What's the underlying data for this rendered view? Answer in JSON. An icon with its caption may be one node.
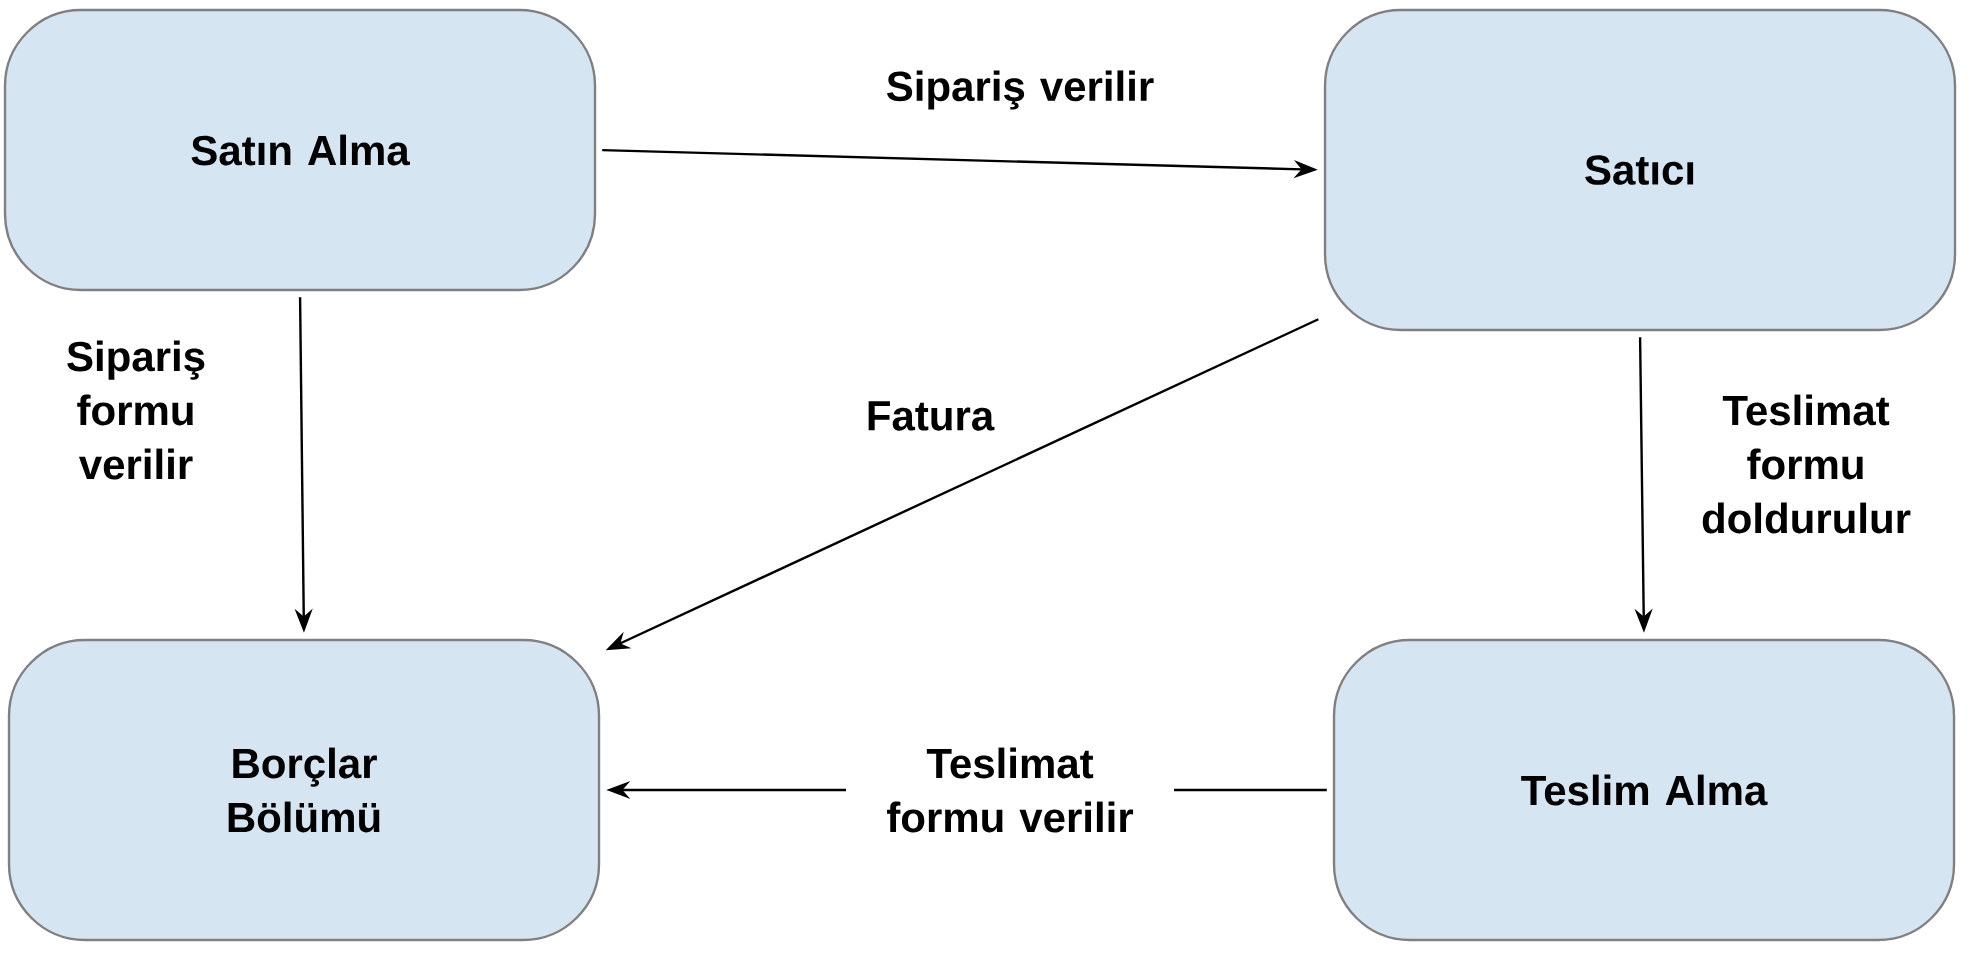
{
  "diagram": {
    "nodes": [
      {
        "text": [
          "Satın Alma"
        ]
      },
      {
        "text": [
          "Satıcı"
        ]
      },
      {
        "text": [
          "Borçlar Bölümü"
        ]
      },
      {
        "text": [
          "Teslim Alma"
        ]
      }
    ],
    "edges": [
      {
        "from": 0,
        "to": 1,
        "arrow": "to",
        "label": "Sipariş verilir"
      },
      {
        "from": 0,
        "to": 2,
        "arrow": "to",
        "label": "Sipariş formu verilir"
      },
      {
        "from": 1,
        "to": 2,
        "arrow": "to",
        "label": "Fatura"
      },
      {
        "from": 1,
        "to": 3,
        "arrow": "to",
        "label": "Teslimat formu doldurulur"
      },
      {
        "from": 3,
        "to": 2,
        "arrow": "to",
        "label": "Teslimat formu verilir"
      }
    ]
  }
}
